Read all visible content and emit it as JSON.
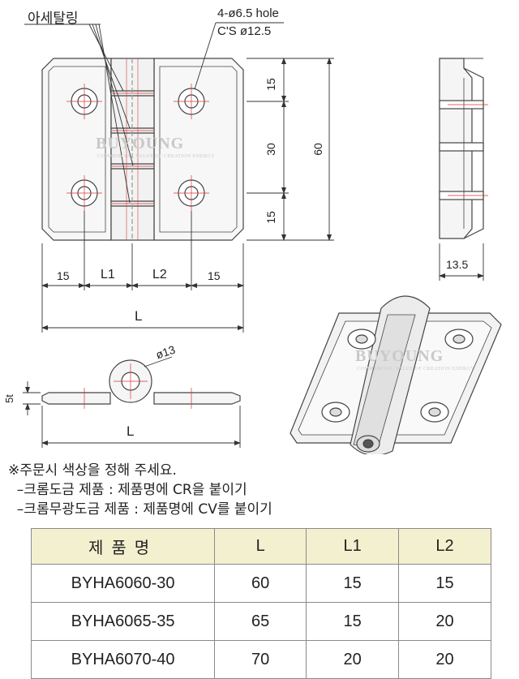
{
  "drawing": {
    "aesetaling_label": "아세탈링",
    "hole_spec_line1": "4-ø6.5 hole",
    "hole_spec_line2": "C'S ø12.5",
    "dim_top": "15",
    "dim_middle": "30",
    "dim_bottom": "15",
    "dim_overall_height": "60",
    "dim_left": "15",
    "dim_l1": "L1",
    "dim_l2": "L2",
    "dim_right": "15",
    "dim_length": "L",
    "dim_side_width": "13.5",
    "dim_pin_diameter": "ø13",
    "dim_thickness": "5t",
    "dim_length_bottom": "L"
  },
  "watermark": {
    "brand": "BUYOUNG",
    "tagline": "COMMERCIAL VALUE OF CREATION ENERGY"
  },
  "notes": {
    "line1": "※주문시 색상을 정해 주세요.",
    "line2": "  –크롬도금 제품 : 제품명에 CR을 붙이기",
    "line3": "  –크롬무광도금 제품 : 제품명에 CV를 붙이기"
  },
  "table": {
    "headers": [
      "제품명",
      "L",
      "L1",
      "L2"
    ],
    "rows": [
      [
        "BYHA6060-30",
        "60",
        "15",
        "15"
      ],
      [
        "BYHA6065-35",
        "65",
        "15",
        "20"
      ],
      [
        "BYHA6070-40",
        "70",
        "20",
        "20"
      ]
    ]
  }
}
